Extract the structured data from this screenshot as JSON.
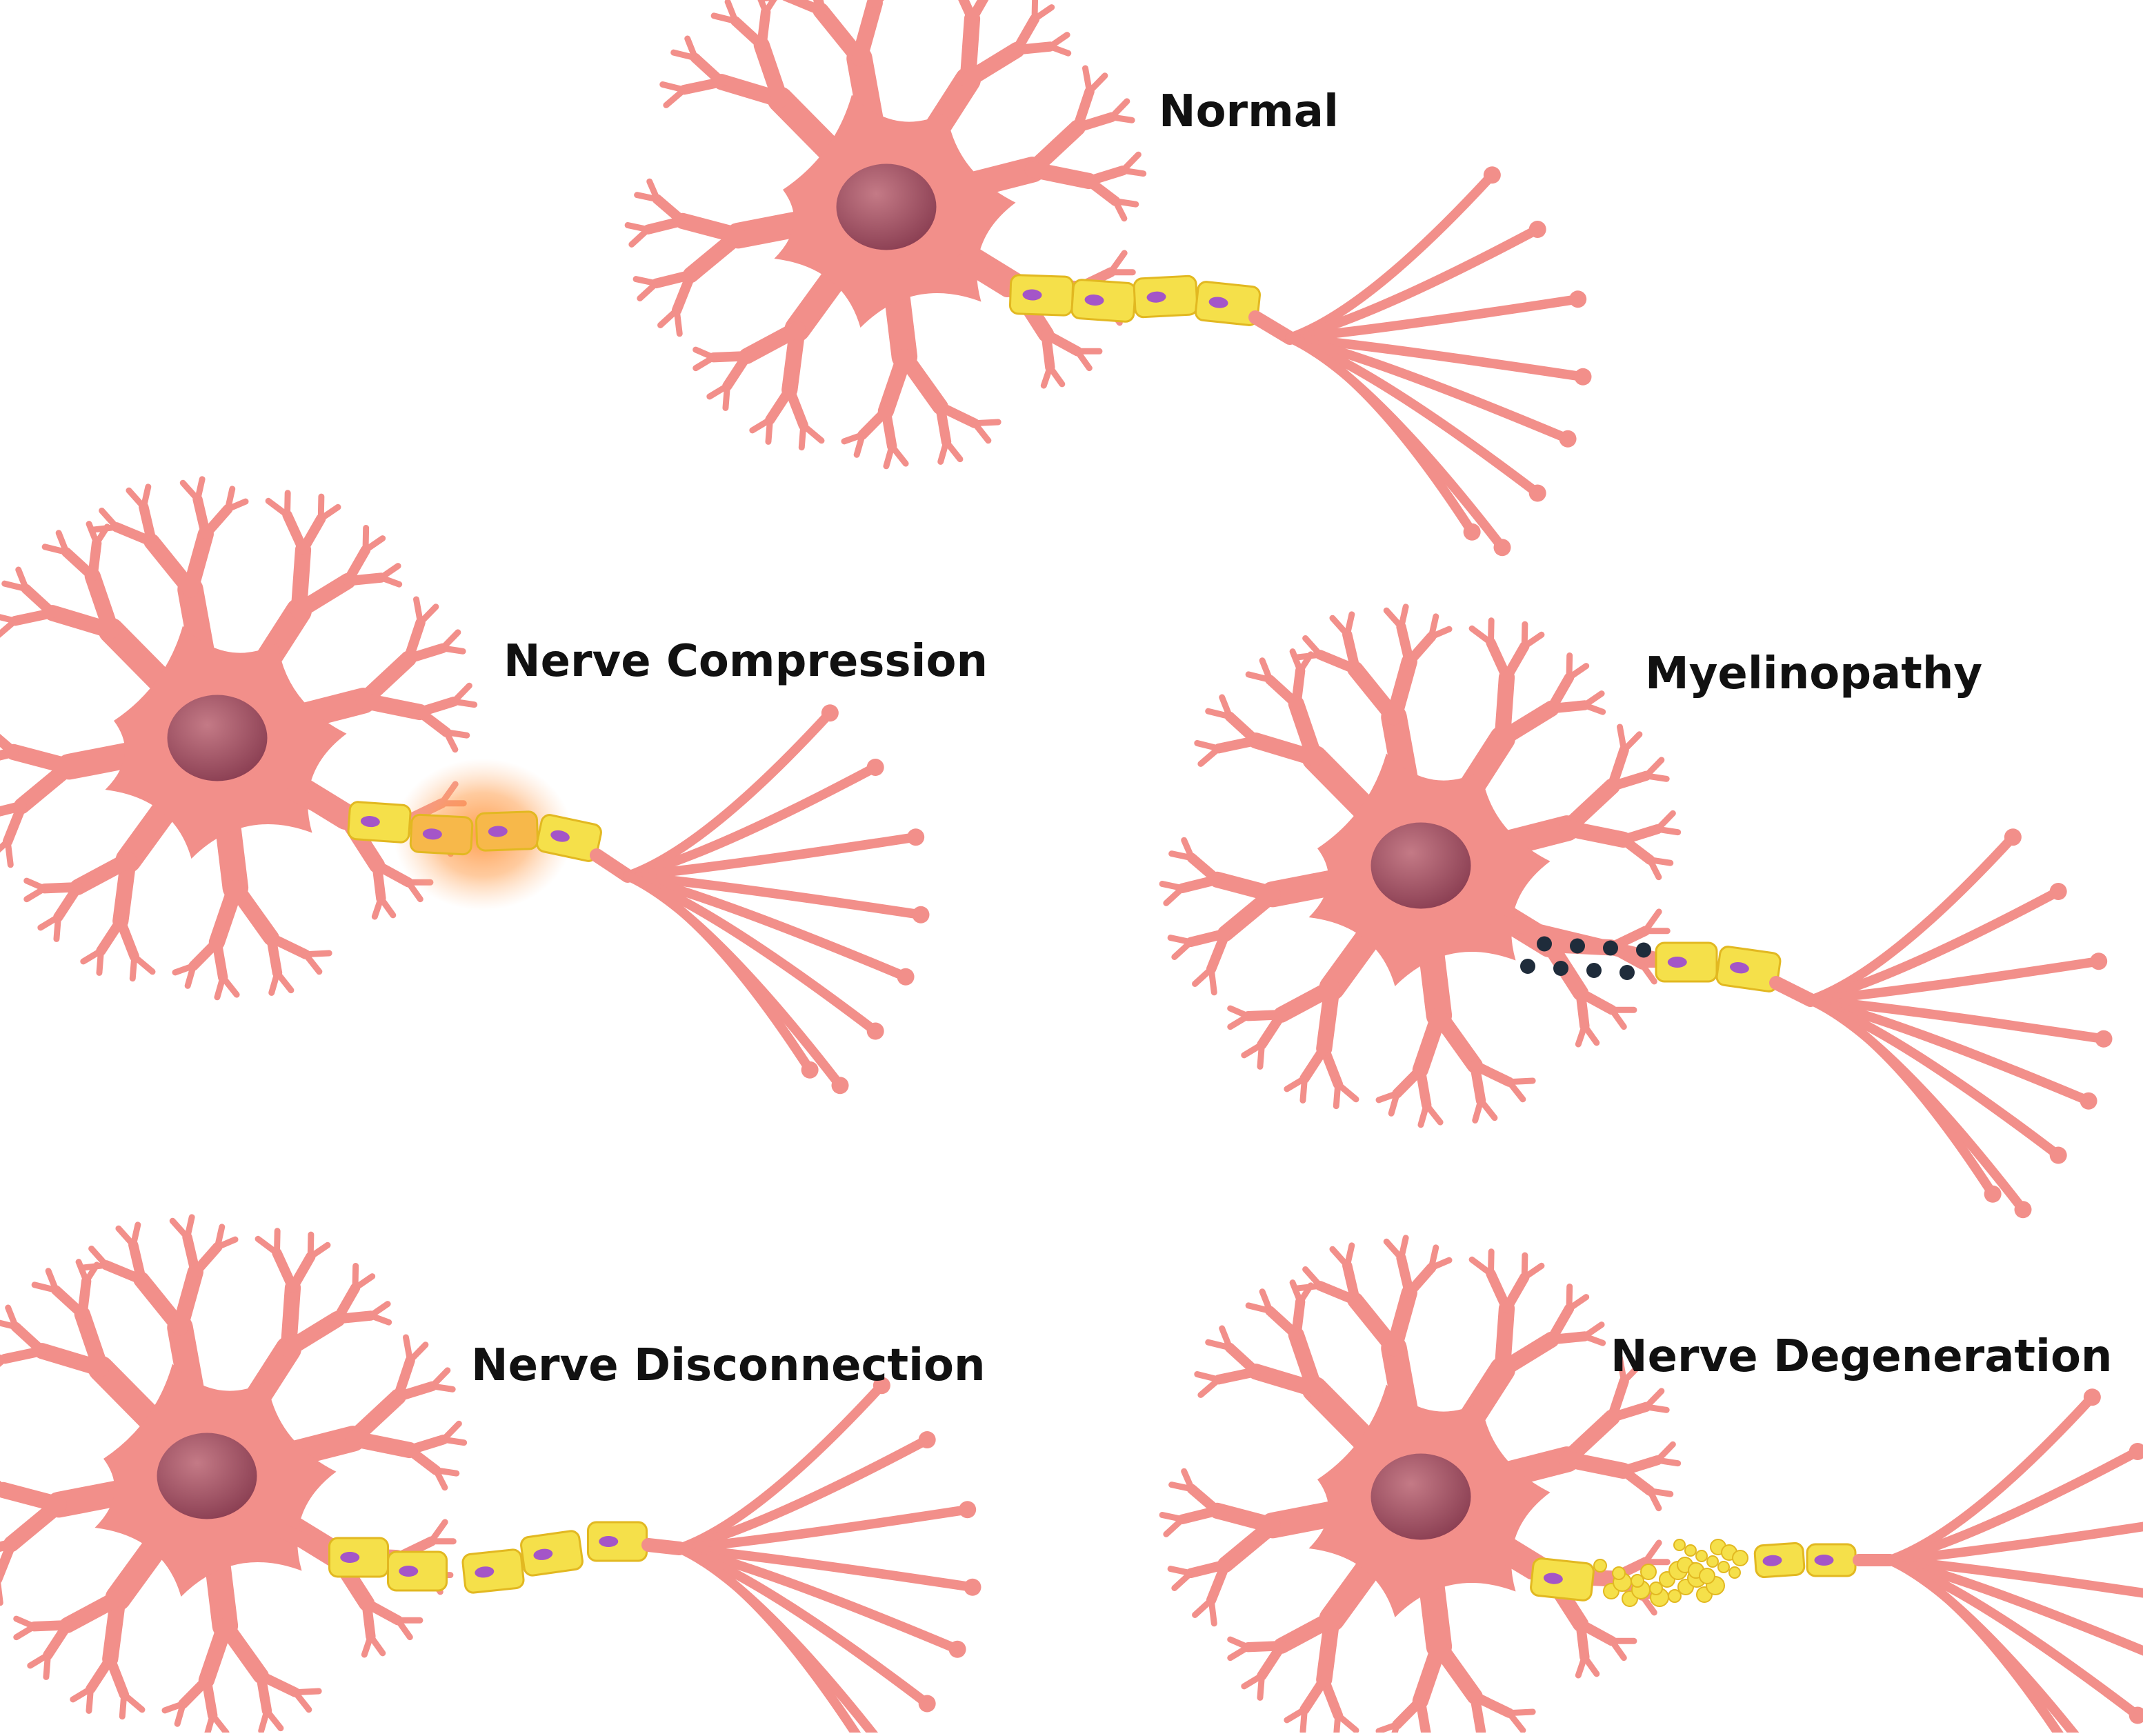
{
  "panels": {
    "normal": {
      "title": "Normal"
    },
    "compression": {
      "title": "Nerve Compression"
    },
    "myelinopathy": {
      "title": "Myelinopathy"
    },
    "disconnection": {
      "title": "Nerve Disconnection"
    },
    "degeneration": {
      "title": "Nerve Degeneration"
    }
  },
  "colors": {
    "neuron_body": "#f28f8a",
    "neuron_stroke": "#e8766f",
    "nucleus": "#a8546a",
    "myelin": "#f5e04a",
    "myelin_edge": "#e2b821",
    "schwann_nucleus": "#a455c8",
    "inflammation": "#ff9a3c",
    "debris": "#1f2c3b",
    "label_text": "#111111"
  }
}
